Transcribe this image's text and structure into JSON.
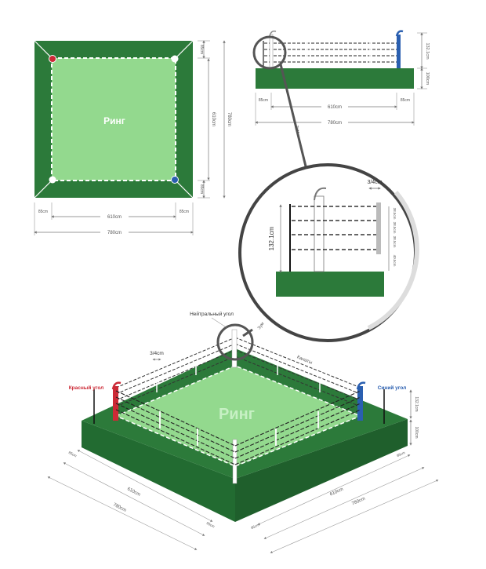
{
  "top_view": {
    "ring_label": "Ринг",
    "dim_top": "85cm",
    "dim_bottom": "85cm",
    "dim_inner_vertical": "610cm",
    "dim_outer_vertical": "780cm",
    "dim_left": "85cm",
    "dim_center": "610cm",
    "dim_right": "85cm",
    "dim_total": "780cm"
  },
  "side_view": {
    "dim_height_ropes": "132.1cm",
    "dim_height_platform": "100cm",
    "dim_left": "85cm",
    "dim_center": "610cm",
    "dim_right": "85cm",
    "dim_total": "780cm",
    "zoom_label": "Зум"
  },
  "detail_view": {
    "rope_gauge": "3/4cm",
    "height": "132.1cm",
    "gap_1": "38.5cm",
    "gap_2": "38.5cm",
    "gap_3": "38.5cm",
    "gap_4": "40.5cm"
  },
  "perspective": {
    "ring_label": "Ринг",
    "neutral_corner": "Нейтральный угол",
    "zoom_label": "Зум",
    "rope_gauge": "3/4cm",
    "ropes_label": "Канаты",
    "red_corner": "Красный угол",
    "blue_corner": "Синий угол",
    "dim_rope_height": "132.1cm",
    "dim_platform_height": "100cm",
    "dim_left_85_a": "85cm",
    "dim_left_610": "610cm",
    "dim_left_780": "780cm",
    "dim_left_85_b": "85cm",
    "dim_right_85_a": "85cm",
    "dim_right_610": "610cm",
    "dim_right_780": "780cm",
    "dim_right_85_b": "85cm"
  },
  "colors": {
    "dark_green": "#2c7a3a",
    "light_green": "#93d98e",
    "red_corner": "#cc2a36",
    "blue_corner": "#2a5fb0"
  }
}
